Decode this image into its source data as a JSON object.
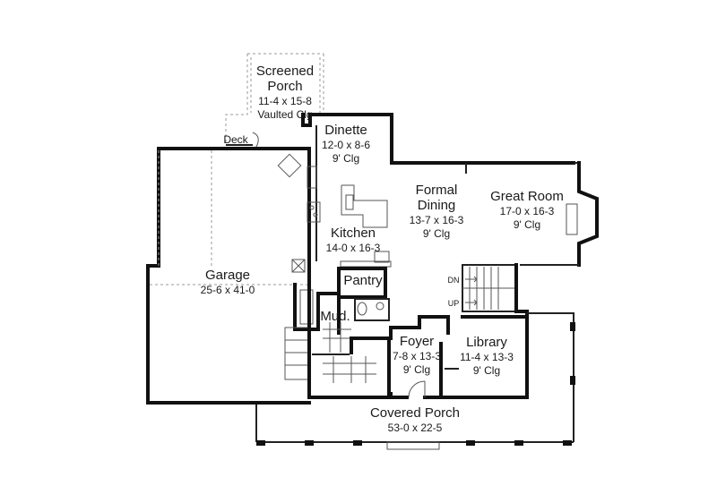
{
  "rooms": [
    {
      "id": "screened-porch",
      "name_lines": [
        "Screened",
        "Porch"
      ],
      "details": [
        "11-4 x 15-8",
        "Vaulted Clg"
      ]
    },
    {
      "id": "deck",
      "name_lines": [
        "Deck"
      ],
      "details": []
    },
    {
      "id": "dinette",
      "name_lines": [
        "Dinette"
      ],
      "details": [
        "12-0 x 8-6",
        "9' Clg"
      ]
    },
    {
      "id": "formal-dining",
      "name_lines": [
        "Formal",
        "Dining"
      ],
      "details": [
        "13-7 x 16-3",
        "9' Clg"
      ]
    },
    {
      "id": "great-room",
      "name_lines": [
        "Great Room"
      ],
      "details": [
        "17-0 x 16-3",
        "9' Clg"
      ]
    },
    {
      "id": "kitchen",
      "name_lines": [
        "Kitchen"
      ],
      "details": [
        "14-0 x 16-3"
      ]
    },
    {
      "id": "garage",
      "name_lines": [
        "Garage"
      ],
      "details": [
        "25-6 x 41-0"
      ]
    },
    {
      "id": "pantry",
      "name_lines": [
        "Pantry"
      ],
      "details": []
    },
    {
      "id": "mud",
      "name_lines": [
        "Mud."
      ],
      "details": []
    },
    {
      "id": "foyer",
      "name_lines": [
        "Foyer"
      ],
      "details": [
        "7-8 x 13-3",
        "9' Clg"
      ]
    },
    {
      "id": "library",
      "name_lines": [
        "Library"
      ],
      "details": [
        "11-4 x 13-3",
        "9' Clg"
      ]
    },
    {
      "id": "covered-porch",
      "name_lines": [
        "Covered Porch"
      ],
      "details": [
        "53-0 x 22-5"
      ]
    }
  ],
  "stairs": {
    "down_label": "DN",
    "up_label": "UP"
  },
  "colors": {
    "wall": "#111111",
    "dashed": "#9a9a9a",
    "background": "#ffffff"
  }
}
